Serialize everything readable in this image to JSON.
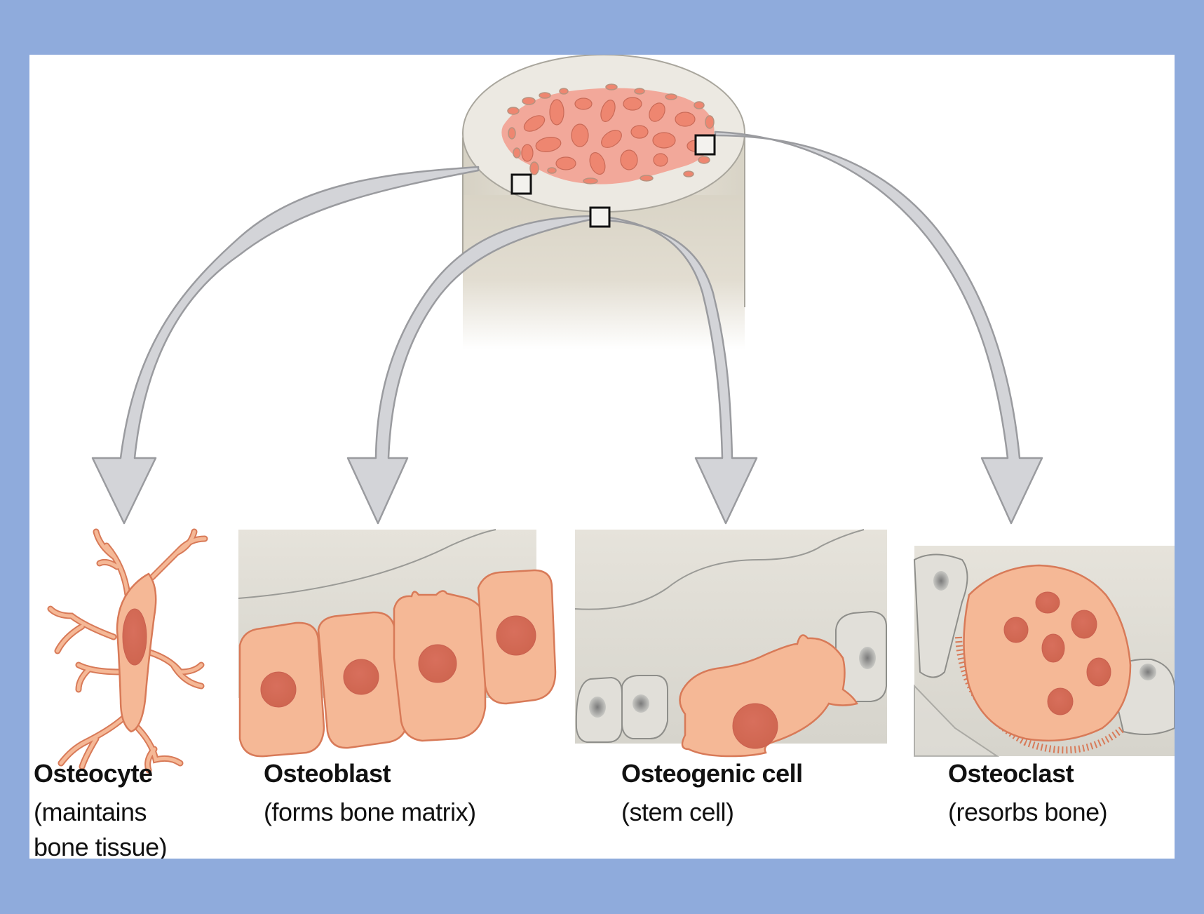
{
  "figure": {
    "title": "Bone cells",
    "source": "Cross-section of bone with three highlighted regions",
    "colors": {
      "background": "#8FABDC",
      "panel": "#FFFFFF",
      "cell_fill": "#F5B896",
      "cell_outline": "#D87A58",
      "nucleus": "#D9735F",
      "spongy_bone": "#F08C7A",
      "bone_matrix": "#E4E0D6",
      "arrow_fill": "#D3D4D8",
      "arrow_stroke": "#9A9B9F",
      "marker_box": "#111111"
    }
  },
  "cells": [
    {
      "id": "osteocyte",
      "name": "Osteocyte",
      "description_lines": [
        "(maintains",
        "bone tissue)"
      ]
    },
    {
      "id": "osteoblast",
      "name": "Osteoblast",
      "description_lines": [
        "(forms bone matrix)"
      ]
    },
    {
      "id": "osteogenic",
      "name": "Osteogenic cell",
      "description_lines": [
        "(stem cell)"
      ]
    },
    {
      "id": "osteoclast",
      "name": "Osteoclast",
      "description_lines": [
        "(resorbs bone)"
      ]
    }
  ]
}
